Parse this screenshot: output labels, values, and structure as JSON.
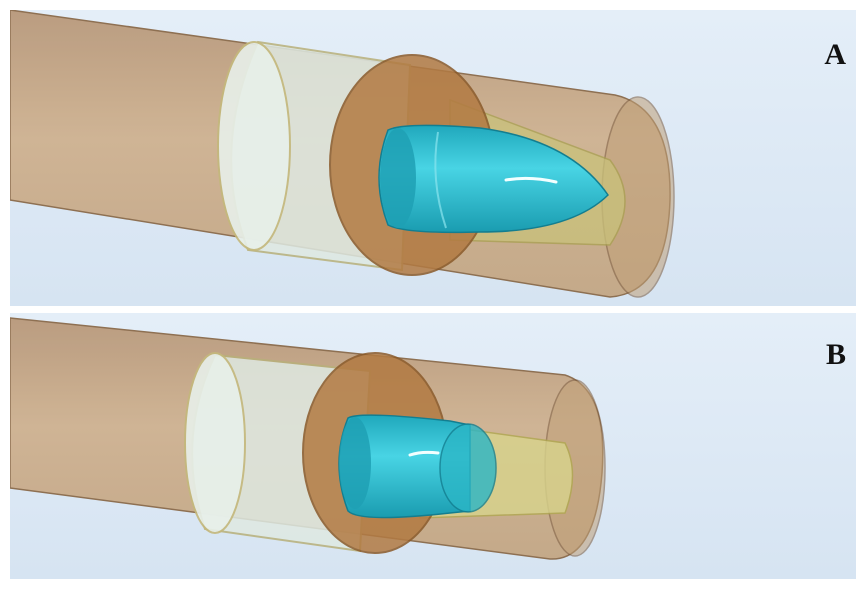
{
  "figure": {
    "panels": [
      {
        "id": "A",
        "label": "A",
        "tip_shape": "pointed-cone"
      },
      {
        "id": "B",
        "label": "B",
        "tip_shape": "rounded-cylinder"
      }
    ]
  },
  "colors": {
    "background": "#dce8f4",
    "tube": "#c8a886",
    "tube_dark": "#9a7a5c",
    "inner_ring": "#d8e4dc",
    "cross_section_disc": "#b07a40",
    "inner_insert": "#c8c070",
    "probe": "#30c0d0",
    "probe_highlight": "#e8ffff"
  }
}
